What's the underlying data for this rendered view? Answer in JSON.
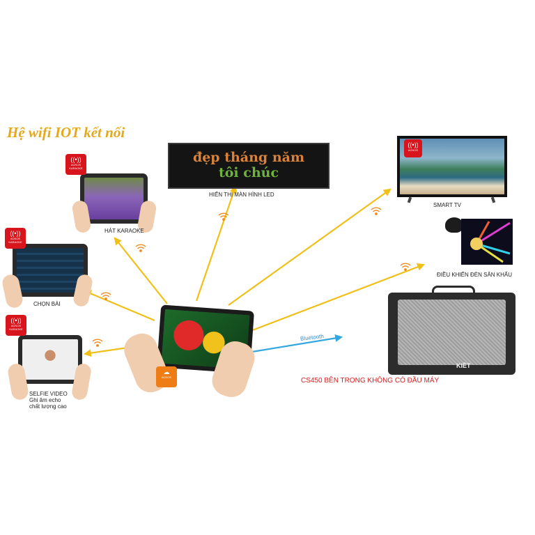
{
  "title": "Hệ wifi IOT kết nối",
  "led_display": {
    "line1": "đẹp tháng năm",
    "line2": "tôi chúc"
  },
  "labels": {
    "led": "HIỂN THỊ MÀN HÌNH LED",
    "smart_tv": "SMART TV",
    "stage_light": "ĐIỀU KHIỂN ĐÈN SÂN KHẤU",
    "karaoke": "HÁT KARAOKE",
    "choose_song": "CHỌN BÀI",
    "selfie_line1": "SELFIE VIDEO",
    "selfie_line2": "Ghi âm echo",
    "selfie_line3": "chất lượng cao",
    "bluetooth": "Bluetooth",
    "speaker_caption": "CS450 BÊN TRONG KHÔNG CÓ ĐẦU MÁY",
    "speaker_brand": "KIỀT"
  },
  "app_badge": {
    "line1": "ACNOS",
    "line2": "KARAOKE"
  },
  "colors": {
    "arrow": "#f0bf18",
    "wifi": "#f08a1c",
    "bluetooth": "#33a8e0",
    "caption": "#d32020",
    "title": "#e3a81c"
  },
  "icons": [
    "wifi-icon",
    "bluetooth-arrow",
    "cloud-app-icon"
  ]
}
